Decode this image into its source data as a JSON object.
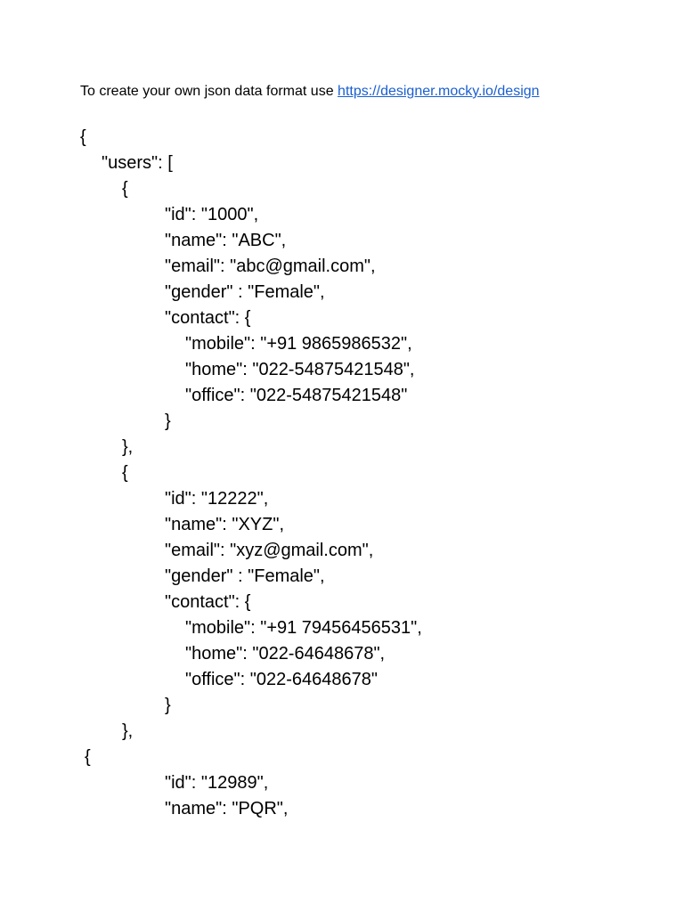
{
  "intro": {
    "text": "To create your own json data format use ",
    "link_text": "https://designer.mocky.io/design",
    "link_color": "#1a5fd0"
  },
  "code_lines": [
    "{",
    "\"users\": [",
    "{",
    "\"id\": \"1000\",",
    "\"name\": \"ABC\",",
    "\"email\": \"abc@gmail.com\",",
    "\"gender\" : \"Female\",",
    "\"contact\": {",
    "\"mobile\": \"+91 9865986532\",",
    "\"home\": \"022-54875421548\",",
    "\"office\": \"022-54875421548\"",
    "}",
    "},",
    "{",
    "\"id\": \"12222\",",
    "\"name\": \"XYZ\",",
    "\"email\": \"xyz@gmail.com\",",
    "\"gender\" : \"Female\",",
    "\"contact\": {",
    "\"mobile\": \"+91 79456456531\",",
    "\"home\": \"022-64648678\",",
    "\"office\": \"022-64648678\"",
    "}",
    "},",
    "{",
    "\"id\": \"12989\",",
    "\"name\": \"PQR\","
  ]
}
